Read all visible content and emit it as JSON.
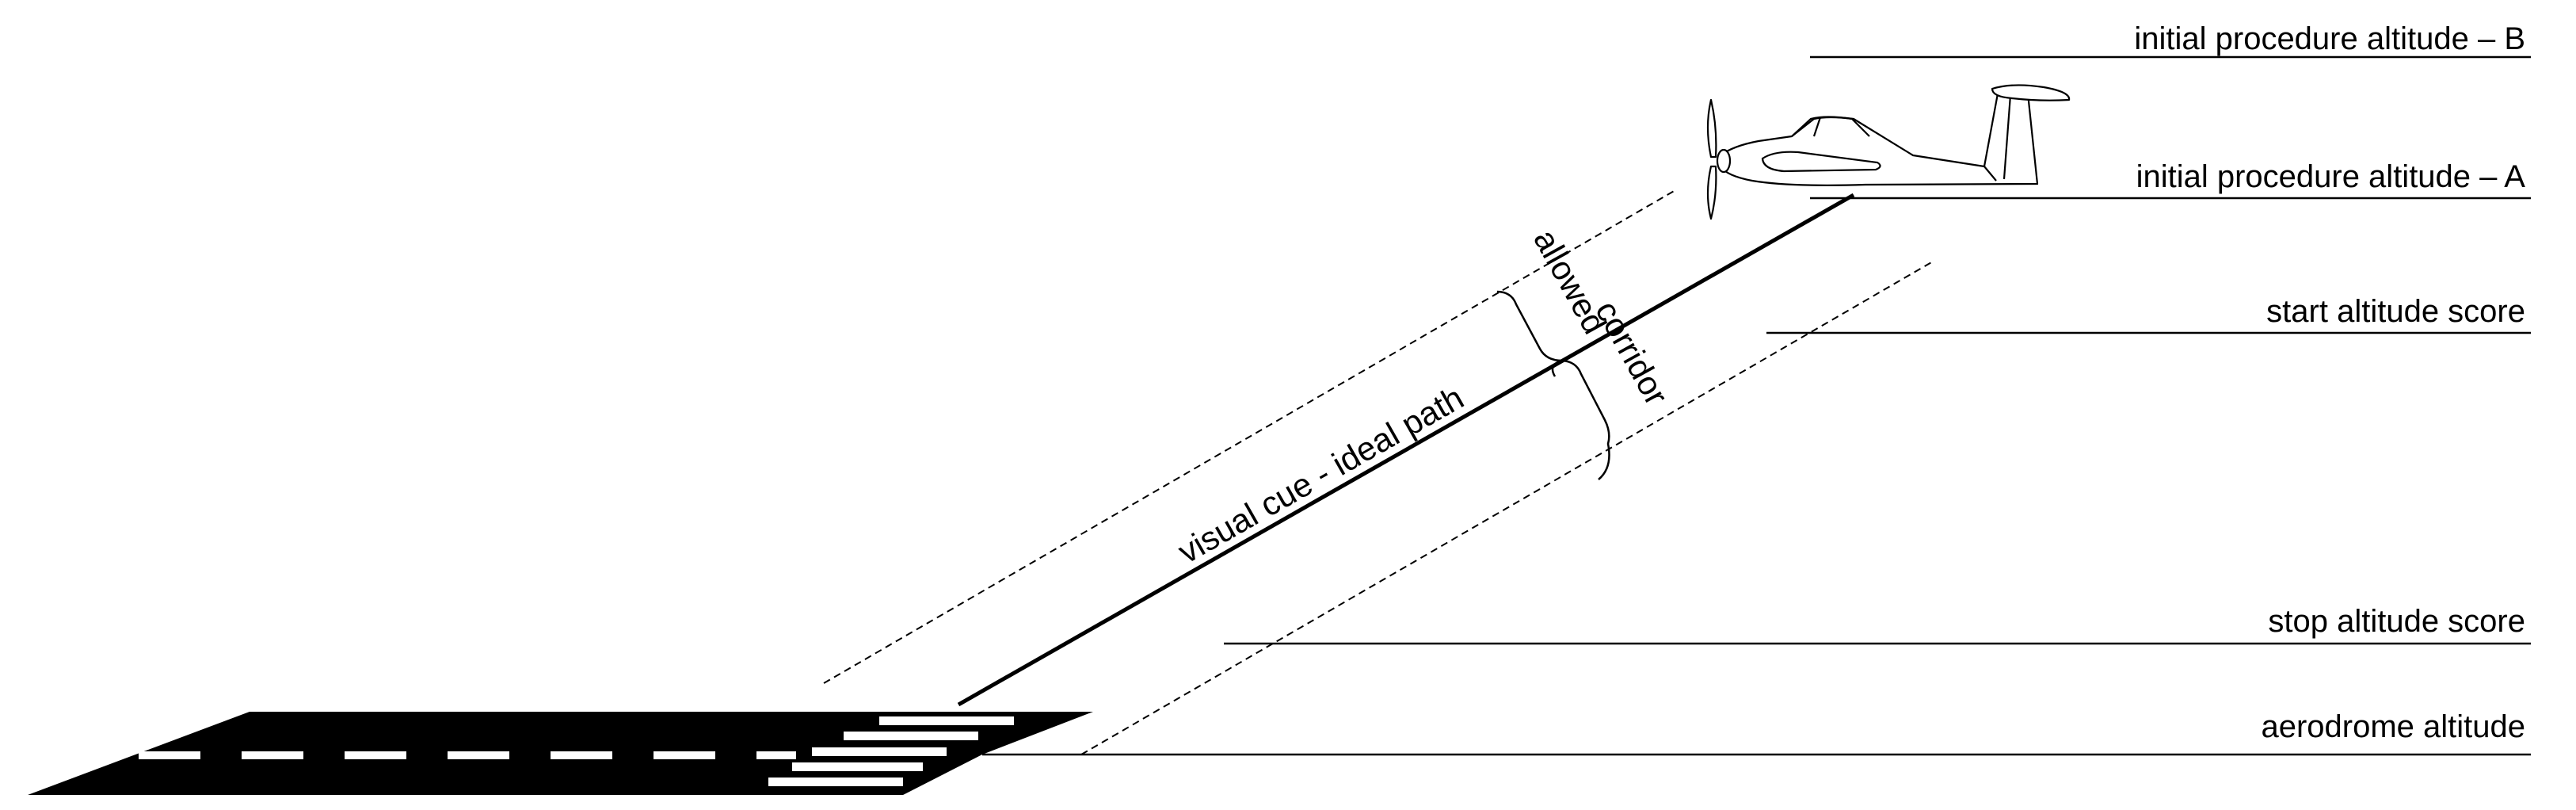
{
  "diagram": {
    "altitudes": {
      "initial_b": "initial procedure altitude – B",
      "initial_a": "initial procedure altitude – A",
      "start_score": "start altitude score",
      "stop_score": "stop altitude score",
      "aerodrome": "aerodrome altitude"
    },
    "ideal_path_label": "visual cue - ideal path",
    "corridor_label": {
      "word1": "allowed",
      "word2": "corridor"
    },
    "colors": {
      "ink": "#000000",
      "background": "#ffffff",
      "runway": "#000000",
      "runway_markings": "#ffffff"
    },
    "icons": {
      "aircraft": "propeller-aircraft-icon",
      "runway": "runway-icon"
    }
  }
}
